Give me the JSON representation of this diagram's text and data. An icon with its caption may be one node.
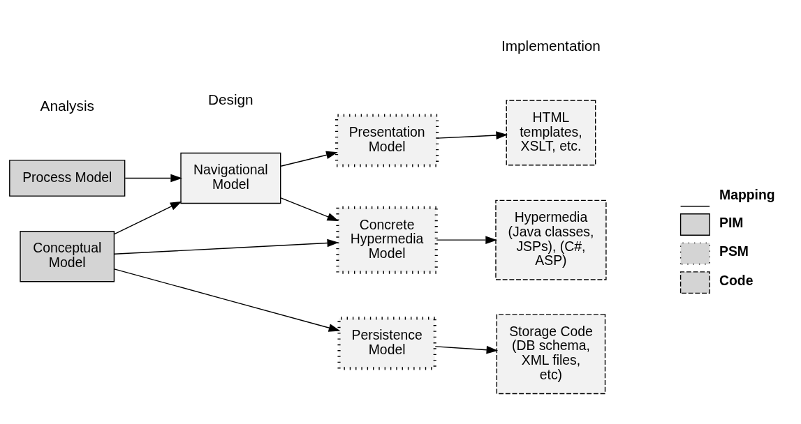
{
  "diagram": {
    "nodes": [
      {
        "text": [
          "Process Model"
        ]
      },
      {
        "text": [
          "Conceptual Model"
        ]
      },
      {
        "text": [
          "Navigational Model"
        ]
      },
      {
        "text": [
          "Presentation Model"
        ]
      },
      {
        "text": [
          "Concrete Hypermedia Model"
        ]
      },
      {
        "text": [
          "Persistence Model"
        ]
      },
      {
        "text": [
          "HTML templates, XSLT, etc."
        ]
      },
      {
        "text": [
          "Hypermedia (Java classes, JSPs), (C#, ASP)"
        ]
      },
      {
        "text": [
          "Storage Code (DB schema, XML files, etc)"
        ]
      }
    ],
    "edges": [
      {
        "from": 0,
        "to": 2,
        "arrow": "to"
      },
      {
        "from": 1,
        "to": 2,
        "arrow": "to"
      },
      {
        "from": 1,
        "to": 4,
        "arrow": "to"
      },
      {
        "from": 1,
        "to": 5,
        "arrow": "to"
      },
      {
        "from": 2,
        "to": 3,
        "arrow": "to"
      },
      {
        "from": 2,
        "to": 4,
        "arrow": "to"
      },
      {
        "from": 3,
        "to": 6,
        "arrow": "to"
      },
      {
        "from": 4,
        "to": 7,
        "arrow": "to"
      },
      {
        "from": 5,
        "to": 8,
        "arrow": "to"
      }
    ],
    "labels": [
      "Analysis",
      "Design",
      "Implementation"
    ],
    "legend": [
      {
        "text": "Mapping"
      },
      {
        "text": "PIM"
      },
      {
        "text": "PSM"
      },
      {
        "text": "Code"
      }
    ]
  }
}
